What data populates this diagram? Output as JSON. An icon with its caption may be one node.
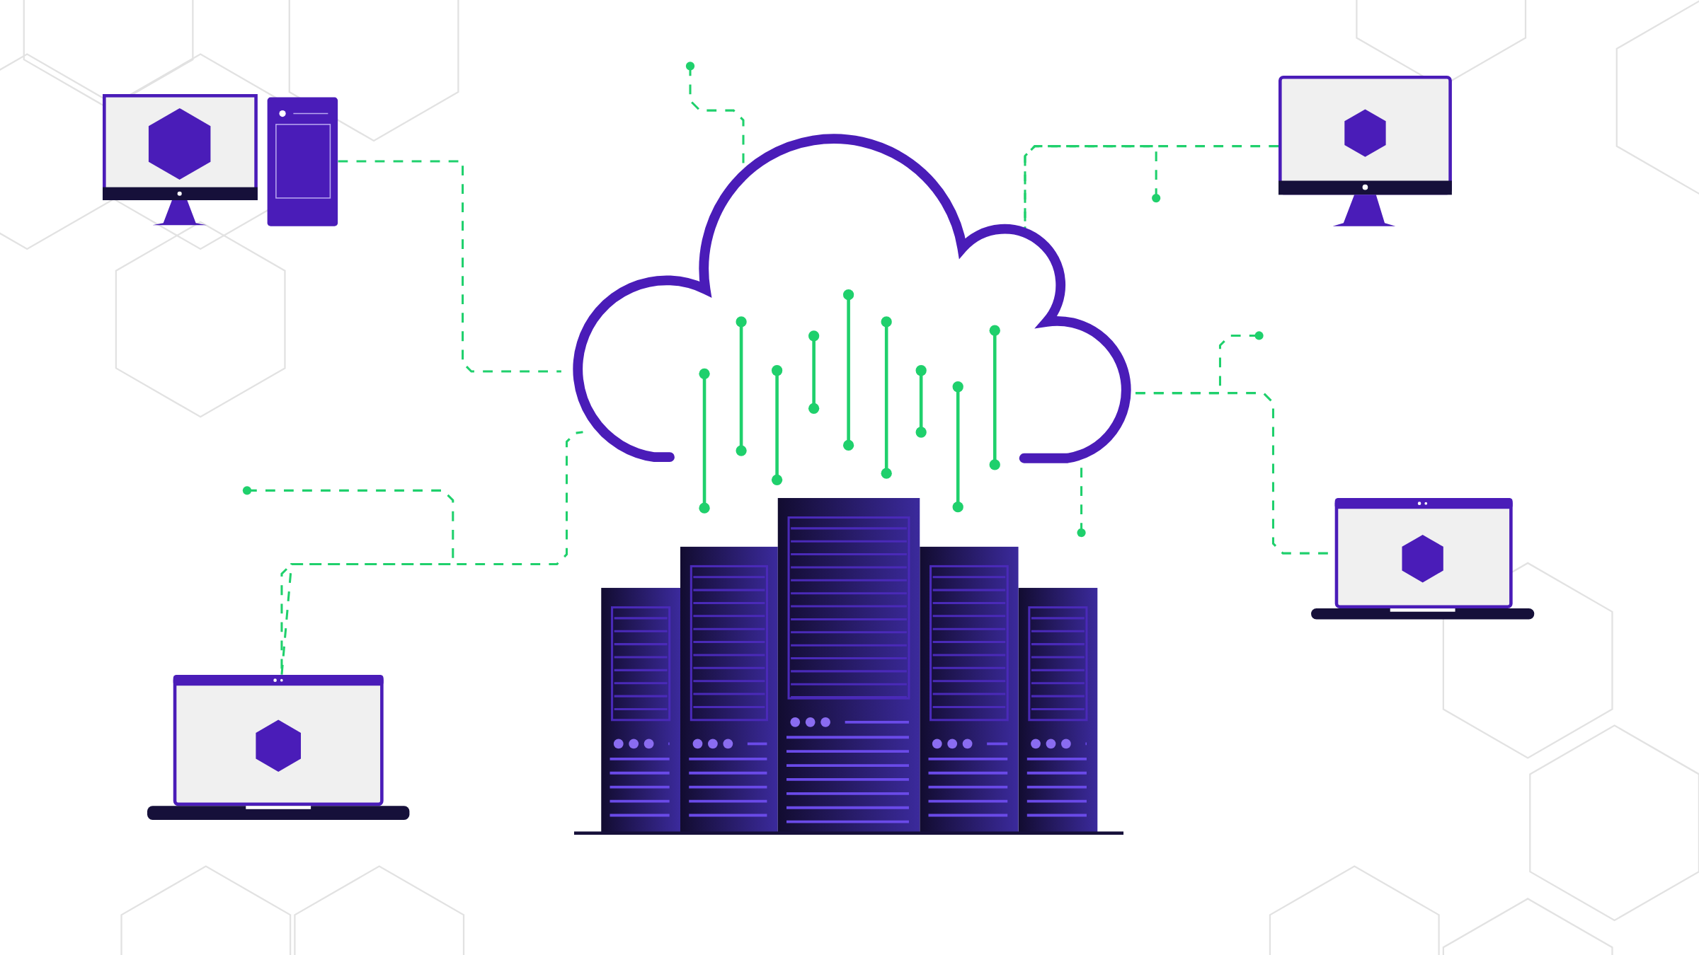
{
  "diagram": {
    "nodes": [
      {
        "text": [],
        "shape": "picture"
      },
      {
        "text": [],
        "shape": "picture"
      },
      {
        "text": [],
        "shape": "picture"
      },
      {
        "text": [],
        "shape": "picture"
      },
      {
        "text": [],
        "shape": "picture"
      },
      {
        "text": [],
        "shape": "picture"
      }
    ],
    "edges": [
      {
        "from": 0,
        "to": 2,
        "arrow": "none",
        "style": "dashed"
      },
      {
        "from": 1,
        "to": 2,
        "arrow": "none",
        "style": "dashed"
      },
      {
        "from": 2,
        "to": 4,
        "arrow": "none",
        "style": "dashed"
      },
      {
        "from": 5,
        "to": 2,
        "arrow": "none",
        "style": "dashed"
      },
      {
        "from": null,
        "to": 2,
        "arrow": "other",
        "style": "dashed"
      },
      {
        "from": null,
        "to": 2,
        "arrow": "other",
        "style": "dashed"
      },
      {
        "from": null,
        "to": 2,
        "arrow": "other",
        "style": "dashed"
      },
      {
        "from": null,
        "to": 2,
        "arrow": "other",
        "style": "dashed"
      },
      {
        "from": null,
        "to": 5,
        "arrow": "other",
        "style": "dashed"
      }
    ]
  }
}
